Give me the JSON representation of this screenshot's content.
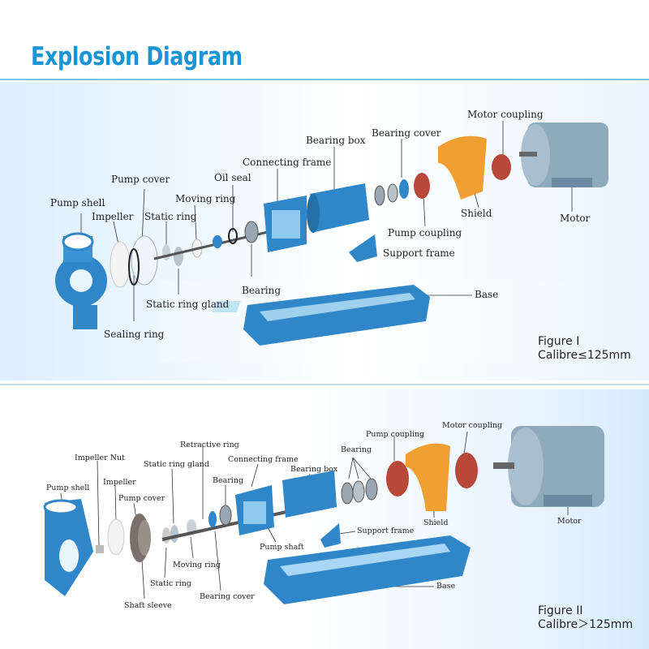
{
  "title": "Explosion Diagram",
  "figure1": {
    "caption": "Figure I",
    "calibre": "Calibre≤125mm",
    "labels": {
      "pump_shell": "Pump shell",
      "impeller": "Impeller",
      "pump_cover": "Pump cover",
      "static_ring": "Static ring",
      "moving_ring": "Moving ring",
      "oil_seal": "Oil seal",
      "connecting_frame": "Connecting frame",
      "bearing_box": "Bearing box",
      "bearing_cover": "Bearing cover",
      "motor_coupling": "Motor coupling",
      "shield": "Shield",
      "motor": "Motor",
      "pump_coupling": "Pump coupling",
      "support_frame": "Support frame",
      "bearing": "Bearing",
      "static_ring_gland": "Static ring gland",
      "sealing_ring": "Sealing ring",
      "base": "Base"
    }
  },
  "figure2": {
    "caption": "Figure II",
    "calibre": "Calibre＞125mm",
    "labels": {
      "pump_shell": "Pump shell",
      "impeller_nut": "Impeller Nut",
      "impeller": "Impeller",
      "pump_cover": "Pump cover",
      "static_ring_gland": "Static ring gland",
      "retractive_ring": "Retractive ring",
      "bearing": "Bearing",
      "connecting_frame": "Connecting frame",
      "bearing_box": "Bearing box",
      "bearing_top": "Bearing",
      "pump_coupling": "Pump coupling",
      "motor_coupling": "Motor coupling",
      "shield": "Shield",
      "motor": "Motor",
      "support_frame": "Support frame",
      "pump_shaft": "Pump shaft",
      "moving_ring": "Moving ring",
      "static_ring": "Static ring",
      "shaft_sleeve": "Shaft sleeve",
      "bearing_cover": "Bearing cover",
      "base": "Base"
    }
  },
  "colors": {
    "title": "#1a94d4",
    "pump_blue": "#2f86c8",
    "shield_orange": "#f0a030",
    "coupling_red": "#b8493a",
    "motor_steel": "#8fa9bd"
  }
}
